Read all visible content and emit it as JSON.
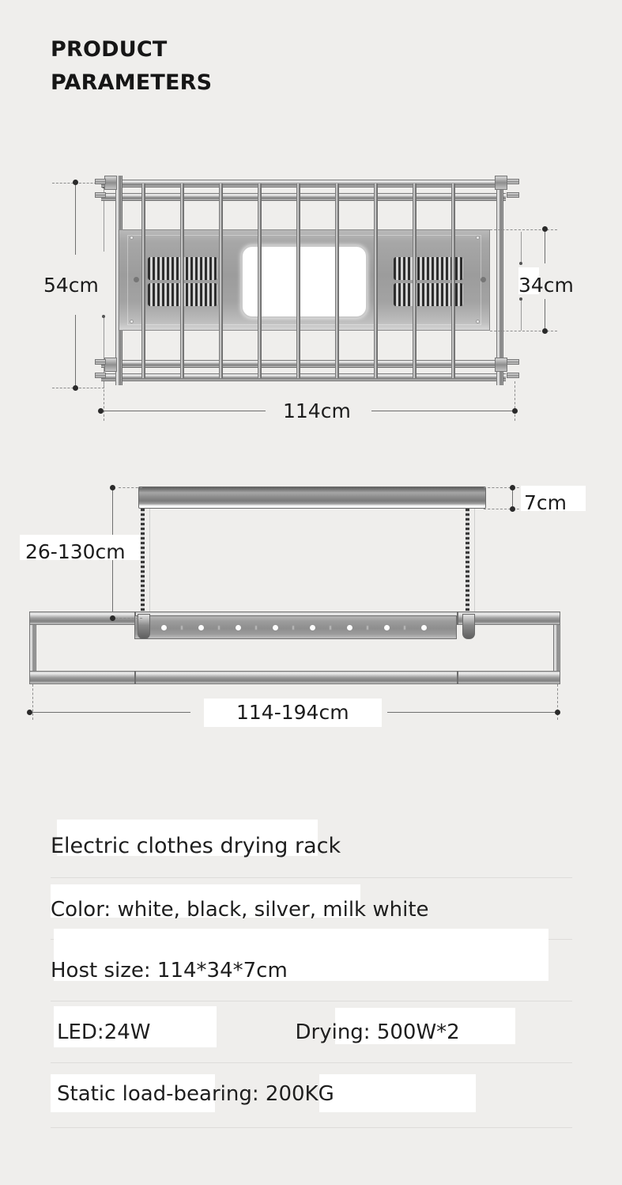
{
  "header": {
    "line1": "PRODUCT",
    "line2": "PARAMETERS"
  },
  "diagrams": {
    "top_view": {
      "name": "top-view-of-drying-rack",
      "dimensions": {
        "height_overall": "54cm",
        "height_host": "34cm",
        "width": "114cm"
      }
    },
    "front_view": {
      "name": "front-view-lowered",
      "dimensions": {
        "thickness": "7cm",
        "drop_range": "26-130cm",
        "width_range": "114-194cm"
      }
    }
  },
  "specs": [
    {
      "label": "Electric clothes drying rack"
    },
    {
      "label": "Color: white, black, silver, milk white"
    },
    {
      "label": "Host size: 114*34*7cm"
    },
    {
      "label": "LED:24W",
      "label2": "Drying: 500W*2"
    },
    {
      "label": "Static load-bearing: 200KG"
    }
  ],
  "colors": {
    "background": "#efeeec",
    "text": "#1b1b1b",
    "divider": "#dedcda",
    "highlight": "#ffffff",
    "metal_dark": "#7d7d7d",
    "metal_light": "#efefef",
    "led_panel": "#ffffff"
  }
}
